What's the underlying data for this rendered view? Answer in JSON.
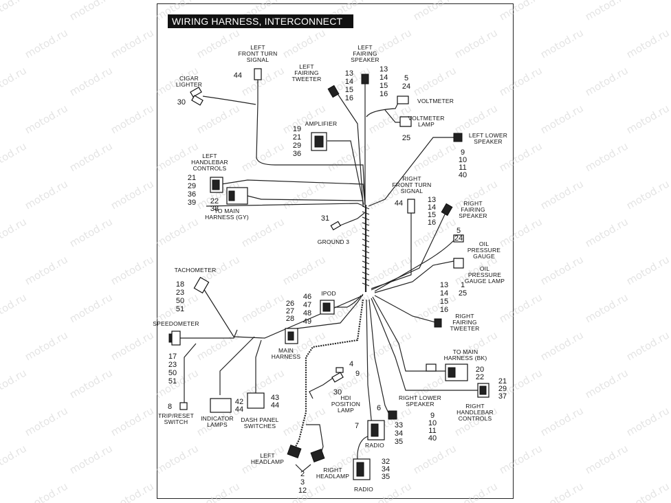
{
  "title": "WIRING HARNESS, INTERCONNECT",
  "watermark": "motod.ru",
  "components": {
    "left_front_turn_signal": {
      "label": [
        "LEFT",
        "FRONT TURN",
        "SIGNAL"
      ],
      "refs": [
        "44"
      ]
    },
    "cigar_lighter": {
      "label": [
        "CIGAR",
        "LIGHTER"
      ],
      "refs": [
        "30"
      ]
    },
    "left_fairing_tweeter": {
      "label": [
        "LEFT",
        "FAIRING",
        "TWEETER"
      ],
      "refs": [
        "13",
        "14",
        "15",
        "16"
      ]
    },
    "left_fairing_speaker": {
      "label": [
        "LEFT",
        "FAIRING",
        "SPEAKER"
      ],
      "refs": [
        "13",
        "14",
        "15",
        "16"
      ]
    },
    "voltmeter": {
      "label": [
        "VOLTMETER"
      ],
      "refs": [
        "5",
        "24"
      ]
    },
    "voltmeter_lamp": {
      "label": [
        "VOLTMETER",
        "LAMP"
      ],
      "refs": [
        "25"
      ]
    },
    "amplifier": {
      "label": [
        "AMPLIFIER"
      ],
      "refs": [
        "19",
        "21",
        "29",
        "36"
      ]
    },
    "left_lower_speaker": {
      "label": [
        "LEFT LOWER",
        "SPEAKER"
      ],
      "refs": [
        "9",
        "10",
        "11",
        "40"
      ]
    },
    "left_handlebar_controls": {
      "label": [
        "LEFT",
        "HANDLEBAR",
        "CONTROLS"
      ],
      "refs": [
        "21",
        "29",
        "36",
        "39"
      ]
    },
    "to_main_harness_gy": {
      "label": [
        "TO MAIN",
        "HARNESS (GY)"
      ],
      "refs": [
        "22",
        "38"
      ]
    },
    "right_front_turn_signal": {
      "label": [
        "RIGHT",
        "FRONT TURN",
        "SIGNAL"
      ],
      "refs": [
        "44"
      ]
    },
    "right_fairing_speaker": {
      "label": [
        "RIGHT",
        "FAIRING",
        "SPEAKER"
      ],
      "refs": [
        "13",
        "14",
        "15",
        "16"
      ]
    },
    "ground_3": {
      "label": [
        "GROUND 3"
      ],
      "refs": [
        "31"
      ]
    },
    "oil_pressure_gauge": {
      "label": [
        "OIL",
        "PRESSURE",
        "GAUGE"
      ],
      "refs": [
        "5",
        "24"
      ]
    },
    "oil_pressure_gauge_lamp": {
      "label": [
        "OIL",
        "PRESSURE",
        "GAUGE LAMP"
      ],
      "refs": [
        "1",
        "25"
      ]
    },
    "right_fairing_tweeter": {
      "label": [
        "RIGHT",
        "FAIRING",
        "TWEETER"
      ],
      "refs": [
        "13",
        "14",
        "15",
        "16"
      ]
    },
    "tachometer": {
      "label": [
        "TACHOMETER"
      ],
      "refs": [
        "18",
        "23",
        "50",
        "51"
      ]
    },
    "ipod": {
      "label": [
        "IPOD"
      ],
      "refs": [
        "46",
        "47",
        "48",
        "49"
      ]
    },
    "main_harness": {
      "label": [
        "MAIN",
        "HARNESS"
      ],
      "refs": [
        "26",
        "27",
        "28"
      ]
    },
    "speedometer": {
      "label": [
        "SPEEDOMETER"
      ],
      "refs": [
        "17",
        "23",
        "50",
        "51"
      ]
    },
    "to_main_harness_bk": {
      "label": [
        "TO MAIN",
        "HARNESS (BK)"
      ],
      "refs": [
        "20",
        "22"
      ]
    },
    "hdi_position_lamp": {
      "label": [
        "HDI",
        "POSITION",
        "LAMP"
      ],
      "refs": [
        "4",
        "9",
        "30"
      ]
    },
    "right_handlebar_controls": {
      "label": [
        "RIGHT",
        "HANDLEBAR",
        "CONTROLS"
      ],
      "refs": [
        "21",
        "29",
        "37"
      ]
    },
    "right_lower_speaker": {
      "label": [
        "RIGHT LOWER",
        "SPEAKER"
      ],
      "refs": [
        "9",
        "10",
        "11",
        "40"
      ]
    },
    "trip_reset_switch": {
      "label": [
        "TRIP/RESET",
        "SWITCH"
      ],
      "refs": [
        "8"
      ]
    },
    "indicator_lamps": {
      "label": [
        "INDICATOR",
        "LAMPS"
      ],
      "refs": [
        "42",
        "44"
      ]
    },
    "dash_panel_switches": {
      "label": [
        "DASH PANEL",
        "SWITCHES"
      ],
      "refs": [
        "43",
        "44"
      ]
    },
    "radio_upper": {
      "label": [
        "RADIO"
      ],
      "refs": [
        "6",
        "7",
        "33",
        "34",
        "35"
      ]
    },
    "radio_lower": {
      "label": [
        "RADIO"
      ],
      "refs": [
        "32",
        "34",
        "35"
      ]
    },
    "left_headlamp": {
      "label": [
        "LEFT",
        "HEADLAMP"
      ],
      "refs": [
        "2",
        "3",
        "12"
      ]
    },
    "right_headlamp": {
      "label": [
        "RIGHT",
        "HEADLAMP"
      ],
      "refs": []
    }
  }
}
